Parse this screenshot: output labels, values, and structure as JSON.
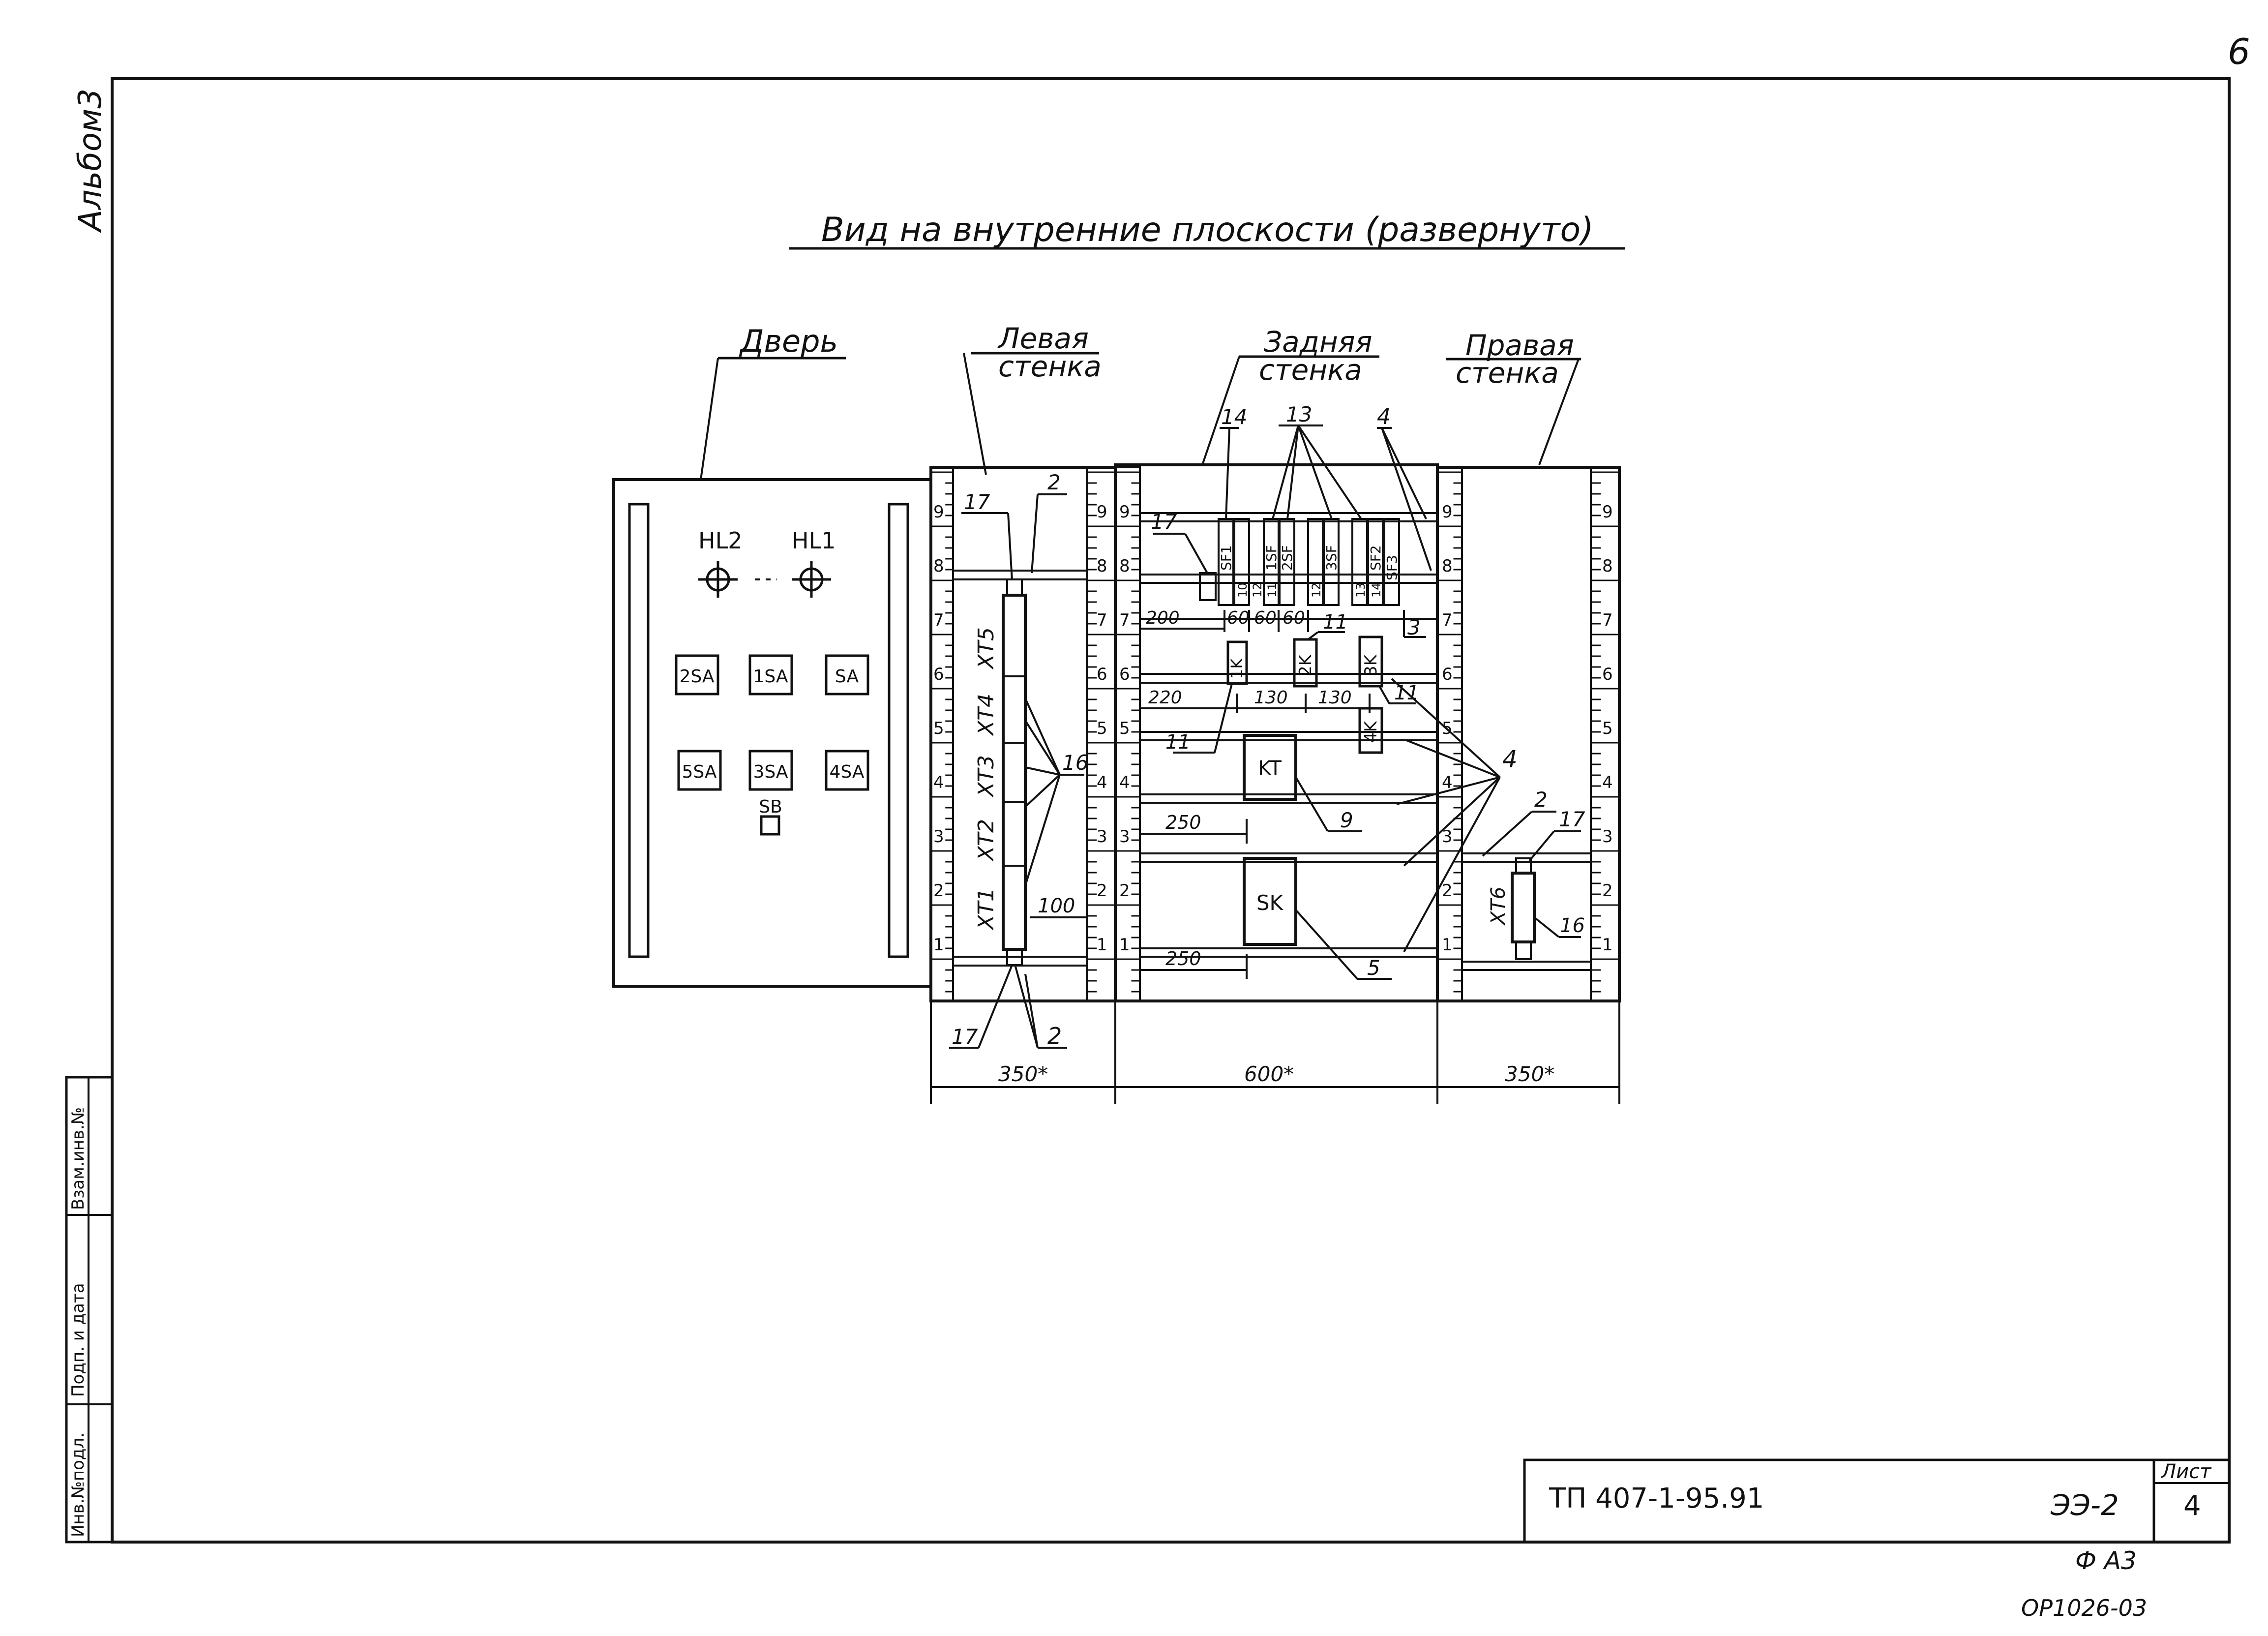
{
  "page_number": "6",
  "album_label": "Альбом3",
  "title": "Вид на внутренние плоскости (развернуто)",
  "panels": {
    "door": "Дверь",
    "left_wall": [
      "Левая",
      "стенка"
    ],
    "back_wall": [
      "Задняя",
      "стенка"
    ],
    "right_wall": [
      "Правая",
      "стенка"
    ]
  },
  "door_items": {
    "lamps": [
      "HL2",
      "HL1"
    ],
    "switches_row1": [
      "2SA",
      "1SA",
      "SA"
    ],
    "switches_row2": [
      "5SA",
      "3SA",
      "4SA"
    ],
    "button": "SB"
  },
  "scale_numbers": [
    "1",
    "2",
    "3",
    "4",
    "5",
    "6",
    "7",
    "8",
    "9"
  ],
  "terminal_blocks": [
    "XT1",
    "XT2",
    "XT3",
    "XT4",
    "XT5"
  ],
  "right_terminal": "XT6",
  "back_wall_devices": {
    "breakers": [
      "SF1",
      "1SF",
      "2SF",
      "3SF",
      "SF2",
      "SF3"
    ],
    "breaker_marks": [
      "10",
      "12",
      "11",
      "12",
      "13",
      "14"
    ],
    "relays": [
      "1K",
      "2K",
      "3K",
      "4K"
    ],
    "timer": "KT",
    "sk": "SK"
  },
  "dimensions": {
    "d200": "200",
    "d60a": "60",
    "d60b": "60",
    "d60c": "60",
    "d220": "220",
    "d130a": "130",
    "d130b": "130",
    "d250a": "250",
    "d250b": "250",
    "d100": "100",
    "left_width": "350*",
    "back_width": "600*",
    "right_width": "350*"
  },
  "callouts": {
    "c17a": "17",
    "c2a": "2",
    "c16a": "16",
    "c17b": "17",
    "c2b": "2",
    "c17c": "17",
    "c14": "14",
    "c13": "13",
    "c4a": "4",
    "c3": "3",
    "c11a": "11",
    "c11b": "11",
    "c11c": "11",
    "c9": "9",
    "c5": "5",
    "c4b": "4",
    "c2c": "2",
    "c17d": "17",
    "c16b": "16"
  },
  "side_stamp": [
    "Инв.№подл.",
    "Подп. и дата",
    "Взам.инв.№"
  ],
  "title_block": {
    "doc_number": "ТП 407-1-95.91",
    "section": "ЭЭ-2",
    "sheet_label": "Лист",
    "sheet_number": "4"
  },
  "format": "Ф А3",
  "archive_code": "ОР1026-03"
}
